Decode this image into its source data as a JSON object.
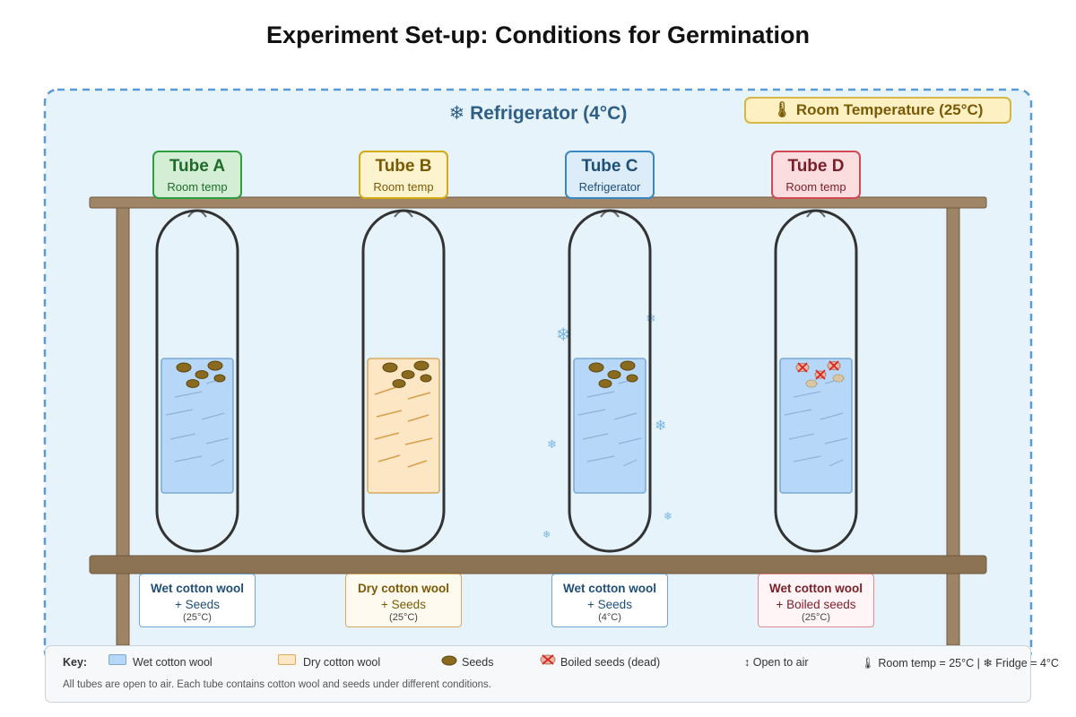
{
  "title": "Experiment Set-up: Conditions for Germination",
  "fridge_label": "❄ Refrigerator (4°C)",
  "room_label": "🌡 Room Temperature (25°C)",
  "tubes": [
    {
      "name": "Tube A",
      "setting": "Room temp",
      "wool": "Wet cotton wool",
      "contents": "+ Seeds",
      "temp": "(25°C)"
    },
    {
      "name": "Tube B",
      "setting": "Room temp",
      "wool": "Dry cotton wool",
      "contents": "+ Seeds",
      "temp": "(25°C)"
    },
    {
      "name": "Tube C",
      "setting": "Refrigerator",
      "wool": "Wet cotton wool",
      "contents": "+ Seeds",
      "temp": "(4°C)"
    },
    {
      "name": "Tube D",
      "setting": "Room temp",
      "wool": "Wet cotton wool",
      "contents": "+ Boiled seeds",
      "temp": "(25°C)"
    }
  ],
  "key": {
    "title": "Key:",
    "wet": "Wet cotton wool",
    "dry": "Dry cotton wool",
    "seeds": "Seeds",
    "boiled": "Boiled seeds (dead)",
    "air": "↕ Open to air",
    "temps": "🌡 Room temp = 25°C | ❄ Fridge = 4°C",
    "note": "All tubes are open to air. Each tube contains cotton wool and seeds under different conditions."
  },
  "colors": {
    "wet_fill": "#b6d7f8",
    "dry_fill": "#fde6c4",
    "seed": "#8a6a1e",
    "fridge_bg": "#e6f3fb",
    "fridge_border": "#5b9bd5",
    "tube_a": "#2e9e3f",
    "tube_b": "#d4aa14",
    "tube_c": "#3a87c2",
    "tube_d": "#d14a55",
    "rack": "#9d8464"
  }
}
